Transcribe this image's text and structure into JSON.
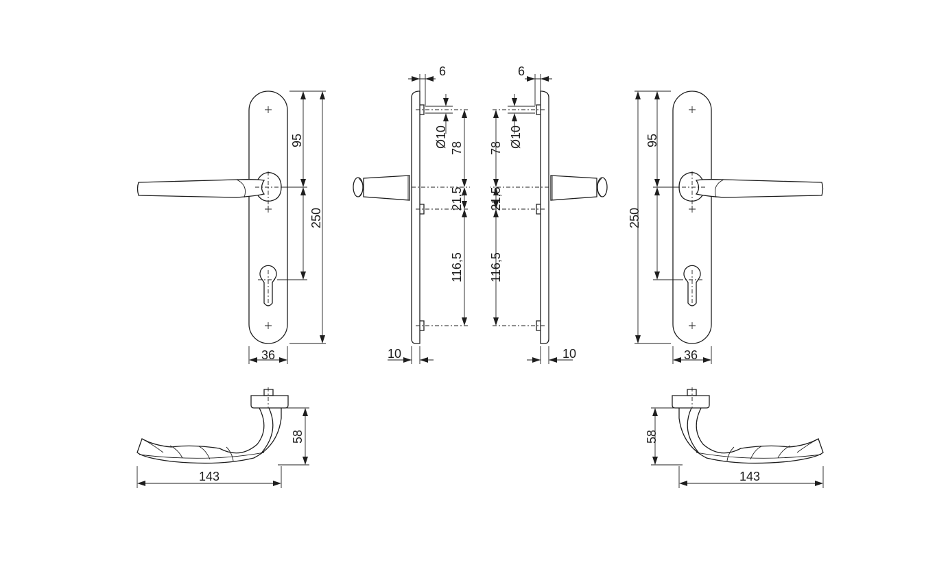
{
  "title": "Lever handle on long plate - dimension drawing",
  "dimensions": {
    "front_left": {
      "spindle_to_top": "95",
      "plate_length": "250",
      "plate_width": "36"
    },
    "side_left": {
      "pin_offset": "6",
      "pin_diameter": "Ø10",
      "upper_pin_distance": "78",
      "spindle_to_pin": "21,5",
      "lower_pin_distance": "116,5",
      "plate_thickness": "10"
    },
    "side_right": {
      "pin_offset": "6",
      "pin_diameter": "Ø10",
      "upper_pin_distance": "78",
      "spindle_to_pin": "21,5",
      "lower_pin_distance": "116,5",
      "plate_thickness": "10"
    },
    "front_right": {
      "spindle_to_top": "95",
      "plate_length": "250",
      "plate_width": "36"
    },
    "handle_left": {
      "projection": "58",
      "length": "143"
    },
    "handle_right": {
      "projection": "58",
      "length": "143"
    }
  }
}
